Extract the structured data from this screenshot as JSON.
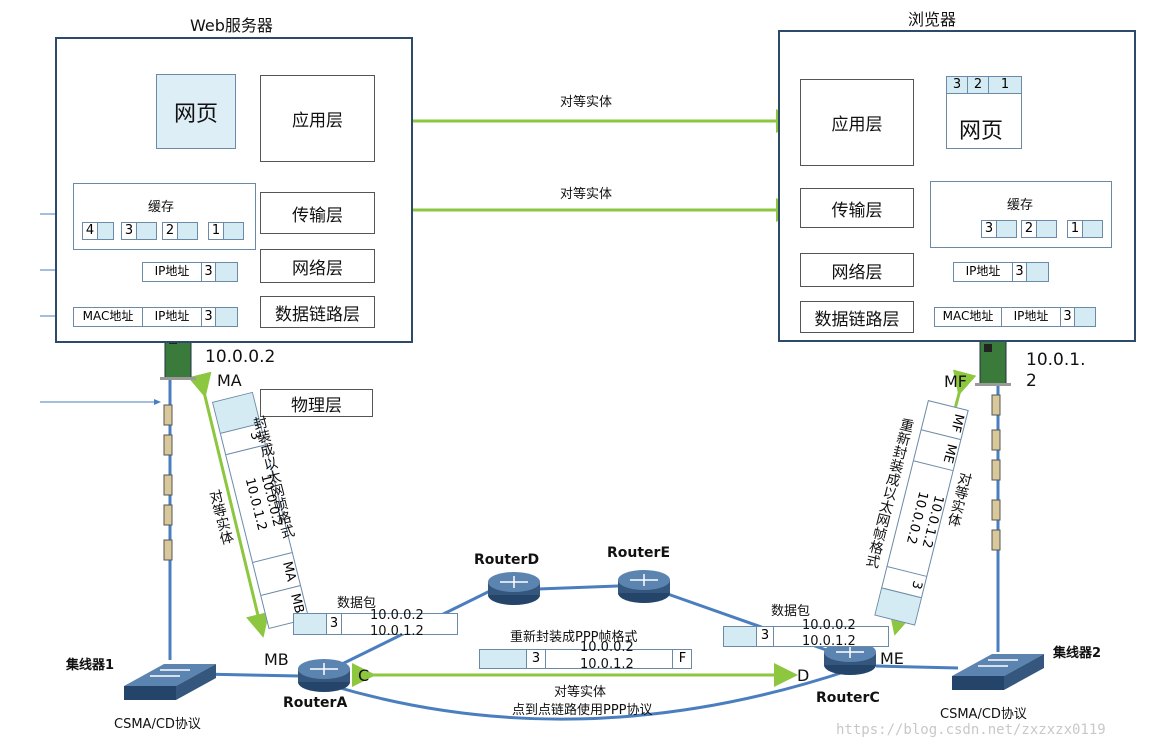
{
  "titles": {
    "server": "Web服务器",
    "browser": "浏览器"
  },
  "server": {
    "webpage": "网页",
    "app_layer": "应用层",
    "transport_layer": "传输层",
    "network_layer": "网络层",
    "datalink_layer": "数据链路层",
    "physical_layer": "物理层",
    "buffer_label": "缓存",
    "segments": [
      "4",
      "3",
      "2",
      "1"
    ],
    "ip_label": "IP地址",
    "seg_no": "3",
    "mac_label": "MAC地址",
    "ip": "10.0.0.2",
    "mac": "MA"
  },
  "browser": {
    "webpage": "网页",
    "app_layer": "应用层",
    "transport_layer": "传输层",
    "network_layer": "网络层",
    "datalink_layer": "数据链路层",
    "buffer_label": "缓存",
    "page_segments": [
      "3",
      "2",
      "1"
    ],
    "segments": [
      "3",
      "2",
      "1"
    ],
    "ip_label": "IP地址",
    "seg_no": "3",
    "mac_label": "MAC地址",
    "ip_line1": "10.0.1.",
    "ip_line2": "2",
    "mac": "MF"
  },
  "peer_label": "对等实体",
  "left_frame": {
    "cells": [
      "3",
      "10.0.0.2\n10.0.1.2",
      "MA",
      "MB"
    ],
    "caption": "封装成以太网帧格式",
    "peer": "对等实体"
  },
  "right_frame": {
    "cells": [
      "MF",
      "ME",
      "10.0.1.2\n10.0.0.2",
      "3"
    ],
    "caption": "重新封装成以太网帧格式",
    "peer": "对等实体"
  },
  "packet_left": {
    "label": "数据包",
    "no": "3",
    "src": "10.0.0.2",
    "dst": "10.0.1.2"
  },
  "packet_right": {
    "label": "数据包",
    "no": "3",
    "src": "10.0.0.2",
    "dst": "10.0.1.2"
  },
  "ppp": {
    "label": "重新封装成PPP帧格式",
    "no": "3",
    "src": "10.0.0.2",
    "dst": "10.0.1.2",
    "flag": "F"
  },
  "routers": {
    "A": "RouterA",
    "C": "RouterC",
    "D": "RouterD",
    "E": "RouterE"
  },
  "ports": {
    "MB": "MB",
    "C": "C",
    "D": "D",
    "ME": "ME"
  },
  "hubs": {
    "hub1": "集线器1",
    "hub2": "集线器2",
    "proto": "CSMA/CD协议"
  },
  "ppp_link": {
    "peer": "对等实体",
    "desc": "点到点链路使用PPP协议"
  },
  "watermark": "https://blog.csdn.net/zxzxzx0119",
  "colors": {
    "peer_arrow": "#8dc63f",
    "link": "#4a7ebf",
    "box_border": "#2e4a6b",
    "router": "#35567d"
  }
}
